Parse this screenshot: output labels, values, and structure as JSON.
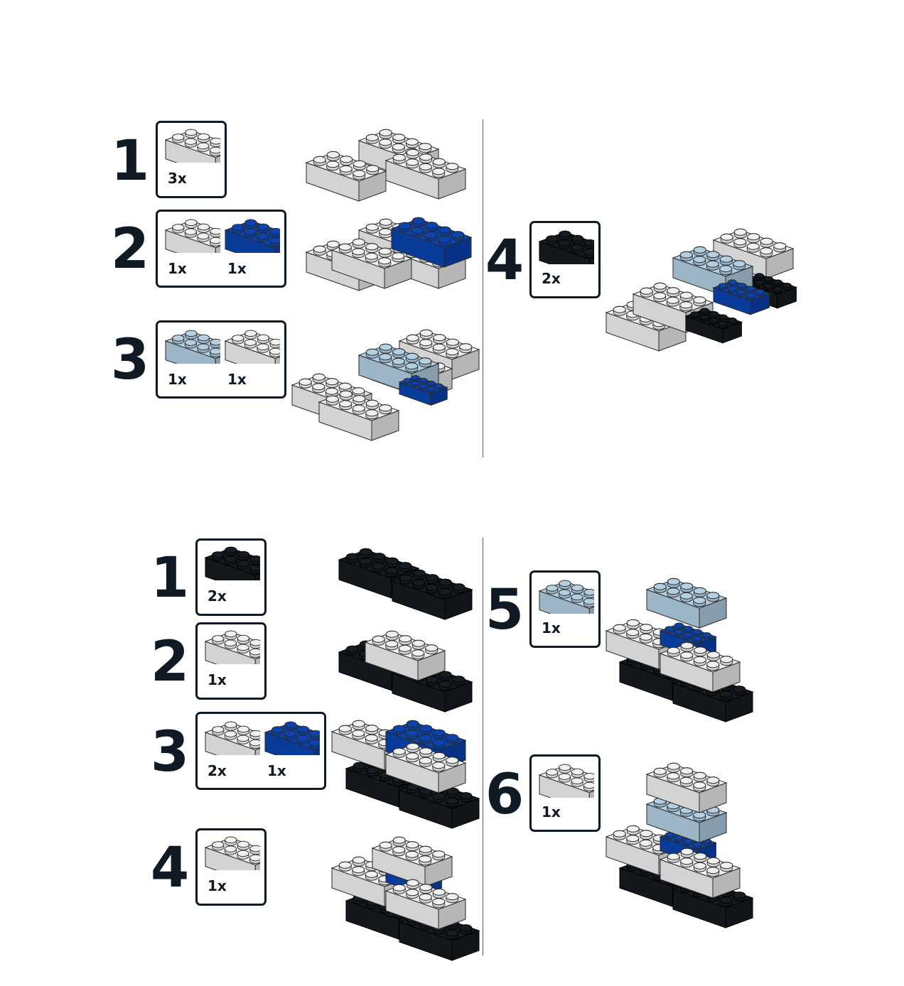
{
  "colors": {
    "white": "#e3e3e3",
    "blue": "#0a3fa6",
    "light_blue": "#a9c4d6",
    "black": "#151a1f",
    "ink": "#0f1a24"
  },
  "section_a": {
    "steps": [
      {
        "number": "1",
        "parts": [
          {
            "color": "white",
            "qty": "3x"
          }
        ]
      },
      {
        "number": "2",
        "parts": [
          {
            "color": "white",
            "qty": "1x"
          },
          {
            "color": "blue",
            "qty": "1x"
          }
        ]
      },
      {
        "number": "3",
        "parts": [
          {
            "color": "light_blue",
            "qty": "1x"
          },
          {
            "color": "white",
            "qty": "1x"
          }
        ]
      },
      {
        "number": "4",
        "parts": [
          {
            "color": "black",
            "qty": "2x"
          }
        ]
      }
    ]
  },
  "section_b": {
    "steps": [
      {
        "number": "1",
        "parts": [
          {
            "color": "black",
            "qty": "2x"
          }
        ]
      },
      {
        "number": "2",
        "parts": [
          {
            "color": "white",
            "qty": "1x"
          }
        ]
      },
      {
        "number": "3",
        "parts": [
          {
            "color": "white",
            "qty": "2x"
          },
          {
            "color": "blue",
            "qty": "1x"
          }
        ]
      },
      {
        "number": "4",
        "parts": [
          {
            "color": "white",
            "qty": "1x"
          }
        ]
      },
      {
        "number": "5",
        "parts": [
          {
            "color": "light_blue",
            "qty": "1x"
          }
        ]
      },
      {
        "number": "6",
        "parts": [
          {
            "color": "white",
            "qty": "1x"
          }
        ]
      }
    ]
  }
}
